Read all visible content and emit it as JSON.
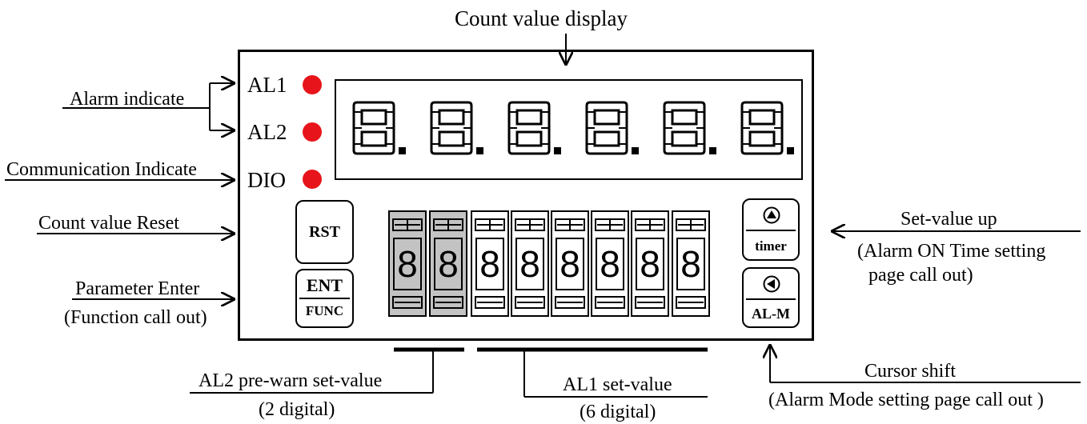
{
  "labels": {
    "count_value_display": "Count value display",
    "alarm_indicate": "Alarm indicate",
    "communication_indicate": "Communication Indicate",
    "count_value_reset": "Count value Reset",
    "parameter_enter": "Parameter Enter",
    "function_call_out": "(Function call out)",
    "set_value_up": "Set-value up",
    "alarm_on_time_1": "(Alarm ON Time setting",
    "alarm_on_time_2": "page call out)",
    "cursor_shift": "Cursor shift",
    "alarm_mode_page": "(Alarm Mode setting page call out )",
    "al2_prewarn": "AL2 pre-warn set-value",
    "al2_digits": "(2 digital)",
    "al1_setvalue": "AL1 set-value",
    "al1_digits": "(6 digital)"
  },
  "indicators": {
    "al1": "AL1",
    "al2": "AL2",
    "dio": "DIO",
    "led_color": "#e8141b"
  },
  "buttons": {
    "rst": "RST",
    "ent": "ENT",
    "func": "FUNC",
    "timer": "timer",
    "alm": "AL-M",
    "up_icon": "up-triangle-icon",
    "left_icon": "left-triangle-icon"
  },
  "segment_display": {
    "digits": [
      "8.",
      "8.",
      "8.",
      "8.",
      "8.",
      "8."
    ]
  },
  "thumbwheel": {
    "digits": [
      "8",
      "8",
      "8",
      "8",
      "8",
      "8",
      "8",
      "8"
    ],
    "shaded_color": "#c3c3c3"
  }
}
